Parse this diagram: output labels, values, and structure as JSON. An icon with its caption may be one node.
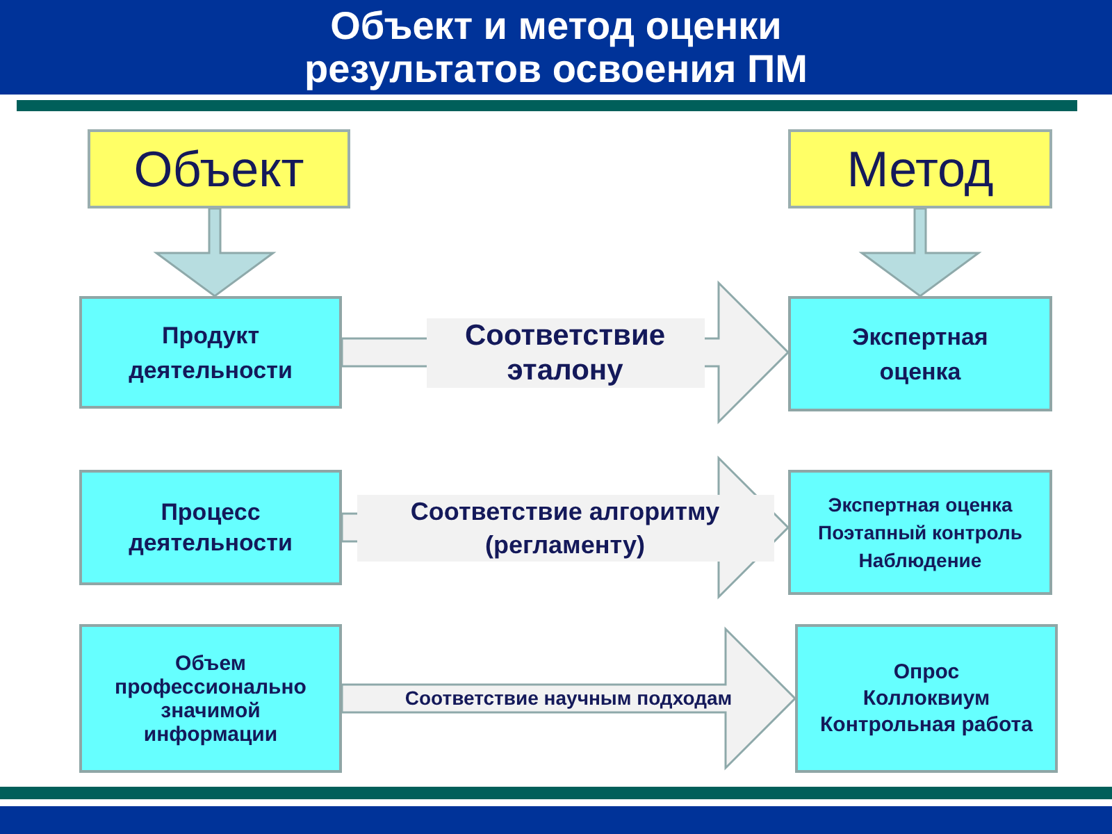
{
  "diagram": {
    "title": "Объект и метод оценки результатов освоения ПМ",
    "nodes": [
      {
        "text": [
          "Объект"
        ]
      },
      {
        "text": [
          "Метод"
        ]
      },
      {
        "text": [
          "Продукт деятельности"
        ]
      },
      {
        "text": [
          "Экспертная оценка"
        ]
      },
      {
        "text": [
          "Процесс деятельности"
        ]
      },
      {
        "text": [
          "Экспертная оценка",
          "Поэтапный контроль",
          "Наблюдение"
        ]
      },
      {
        "text": [
          "Объем профессионально значимой информации"
        ]
      },
      {
        "text": [
          "Опрос",
          "Коллоквиум",
          "Контрольная работа"
        ]
      }
    ],
    "edges": [
      {
        "from": 0,
        "to": 2,
        "arrow": "to",
        "color": "#b7dde0"
      },
      {
        "from": 1,
        "to": 3,
        "arrow": "to",
        "color": "#b7dde0"
      },
      {
        "from": 2,
        "to": 3,
        "arrow": "to",
        "label": "Соответствие эталону"
      },
      {
        "from": 4,
        "to": 5,
        "arrow": "to",
        "label": "Соответствие алгоритму (регламенту)"
      },
      {
        "from": 6,
        "to": 7,
        "arrow": "to",
        "label": "Соответствие научным подходам"
      }
    ]
  }
}
